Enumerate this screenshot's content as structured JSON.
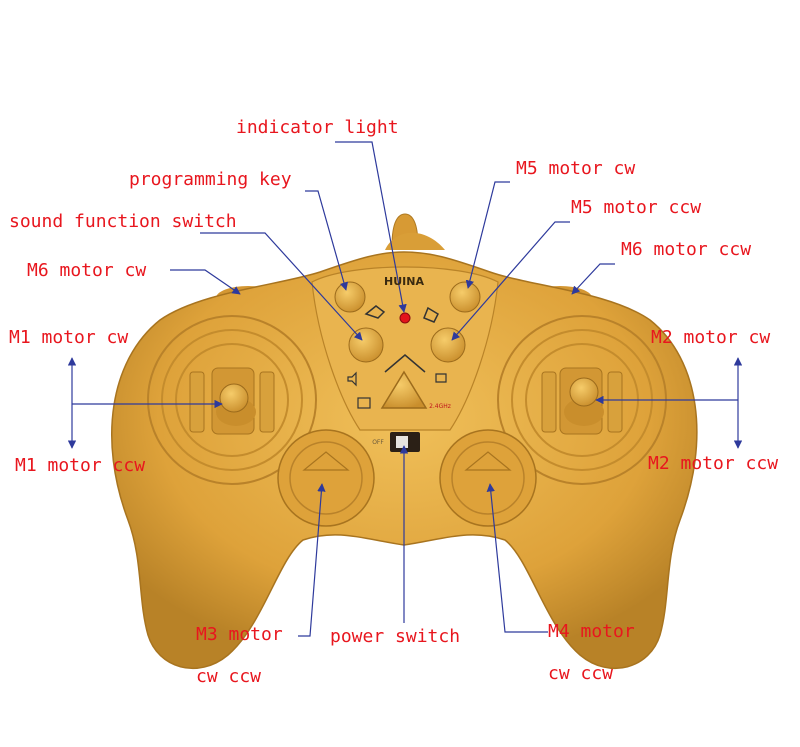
{
  "device": {
    "brand_logo": "HUINA",
    "frequency_mark": "2.4GHz",
    "off_mark": "OFF"
  },
  "labels": {
    "indicator_light": "indicator light",
    "programming_key": "programming key",
    "sound_function_switch": "sound function switch",
    "m6_motor_cw": "M6 motor cw",
    "m5_motor_cw": "M5 motor cw",
    "m5_motor_ccw": "M5 motor ccw",
    "m6_motor_ccw": "M6 motor ccw",
    "m1_motor_cw": "M1 motor cw",
    "m1_motor_ccw": "M1 motor ccw",
    "m2_motor_cw": "M2 motor cw",
    "m2_motor_ccw": "M2 motor ccw",
    "m3_motor_line1": "M3 motor",
    "m3_motor_line2": "cw ccw",
    "power_switch": "power switch",
    "m4_motor_line1": "M4 motor",
    "m4_motor_line2": "cw ccw"
  },
  "colors": {
    "label_text": "#e8161e",
    "leader_line": "#2e3a9c",
    "controller_body": "#e2a63a",
    "controller_shadow": "#b9822a",
    "indicator_led": "#e3141b"
  }
}
